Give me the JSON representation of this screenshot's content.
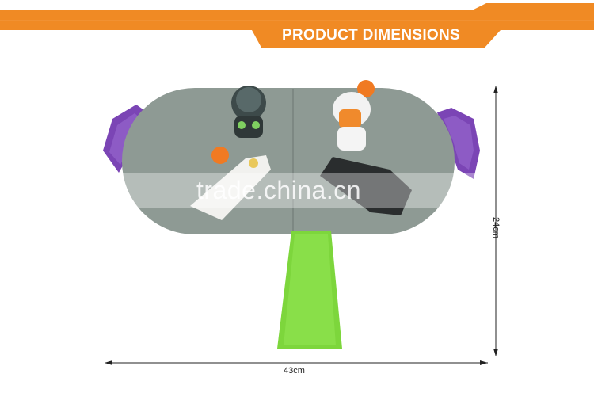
{
  "banner": {
    "title": "PRODUCT DIMENSIONS",
    "color": "#f08a24"
  },
  "watermark": "trade.china.cn",
  "dimensions": {
    "width_label": "43cm",
    "height_label": "24cm"
  },
  "colors": {
    "board": "#8e9a94",
    "goal": "#7b45b5",
    "ramp": "#7dd63c",
    "ball": "#f07a22"
  }
}
